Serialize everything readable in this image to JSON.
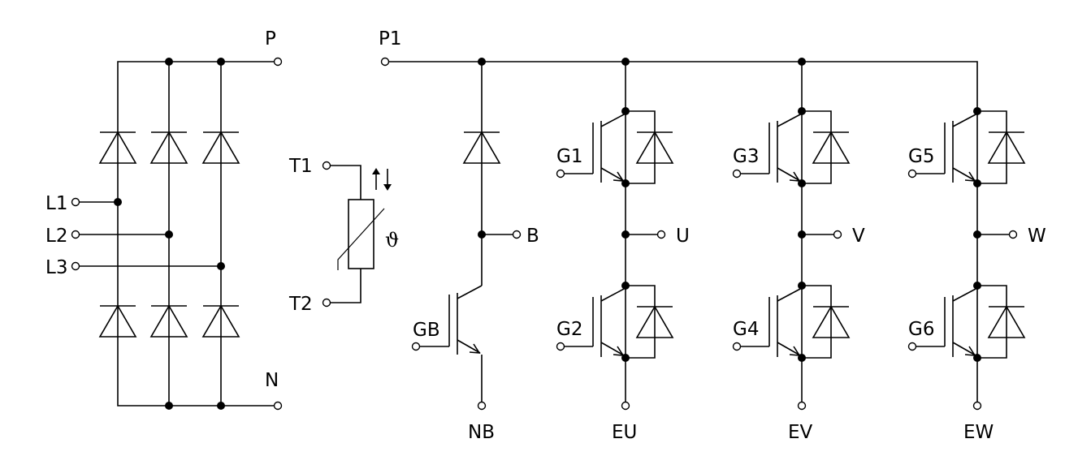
{
  "bridge": {
    "terminal_p": "P",
    "terminal_n": "N",
    "inputs": [
      "L1",
      "L2",
      "L3"
    ]
  },
  "thermistor": {
    "terminal_1": "T1",
    "terminal_2": "T2",
    "symbol": "ϑ"
  },
  "inverter": {
    "dc_bus": "P1",
    "brake": {
      "gate": "GB",
      "output": "B",
      "emitter": "NB"
    },
    "phases": [
      {
        "upper_gate": "G1",
        "lower_gate": "G2",
        "output": "U",
        "emitter": "EU"
      },
      {
        "upper_gate": "G3",
        "lower_gate": "G4",
        "output": "V",
        "emitter": "EV"
      },
      {
        "upper_gate": "G5",
        "lower_gate": "G6",
        "output": "W",
        "emitter": "EW"
      }
    ]
  }
}
